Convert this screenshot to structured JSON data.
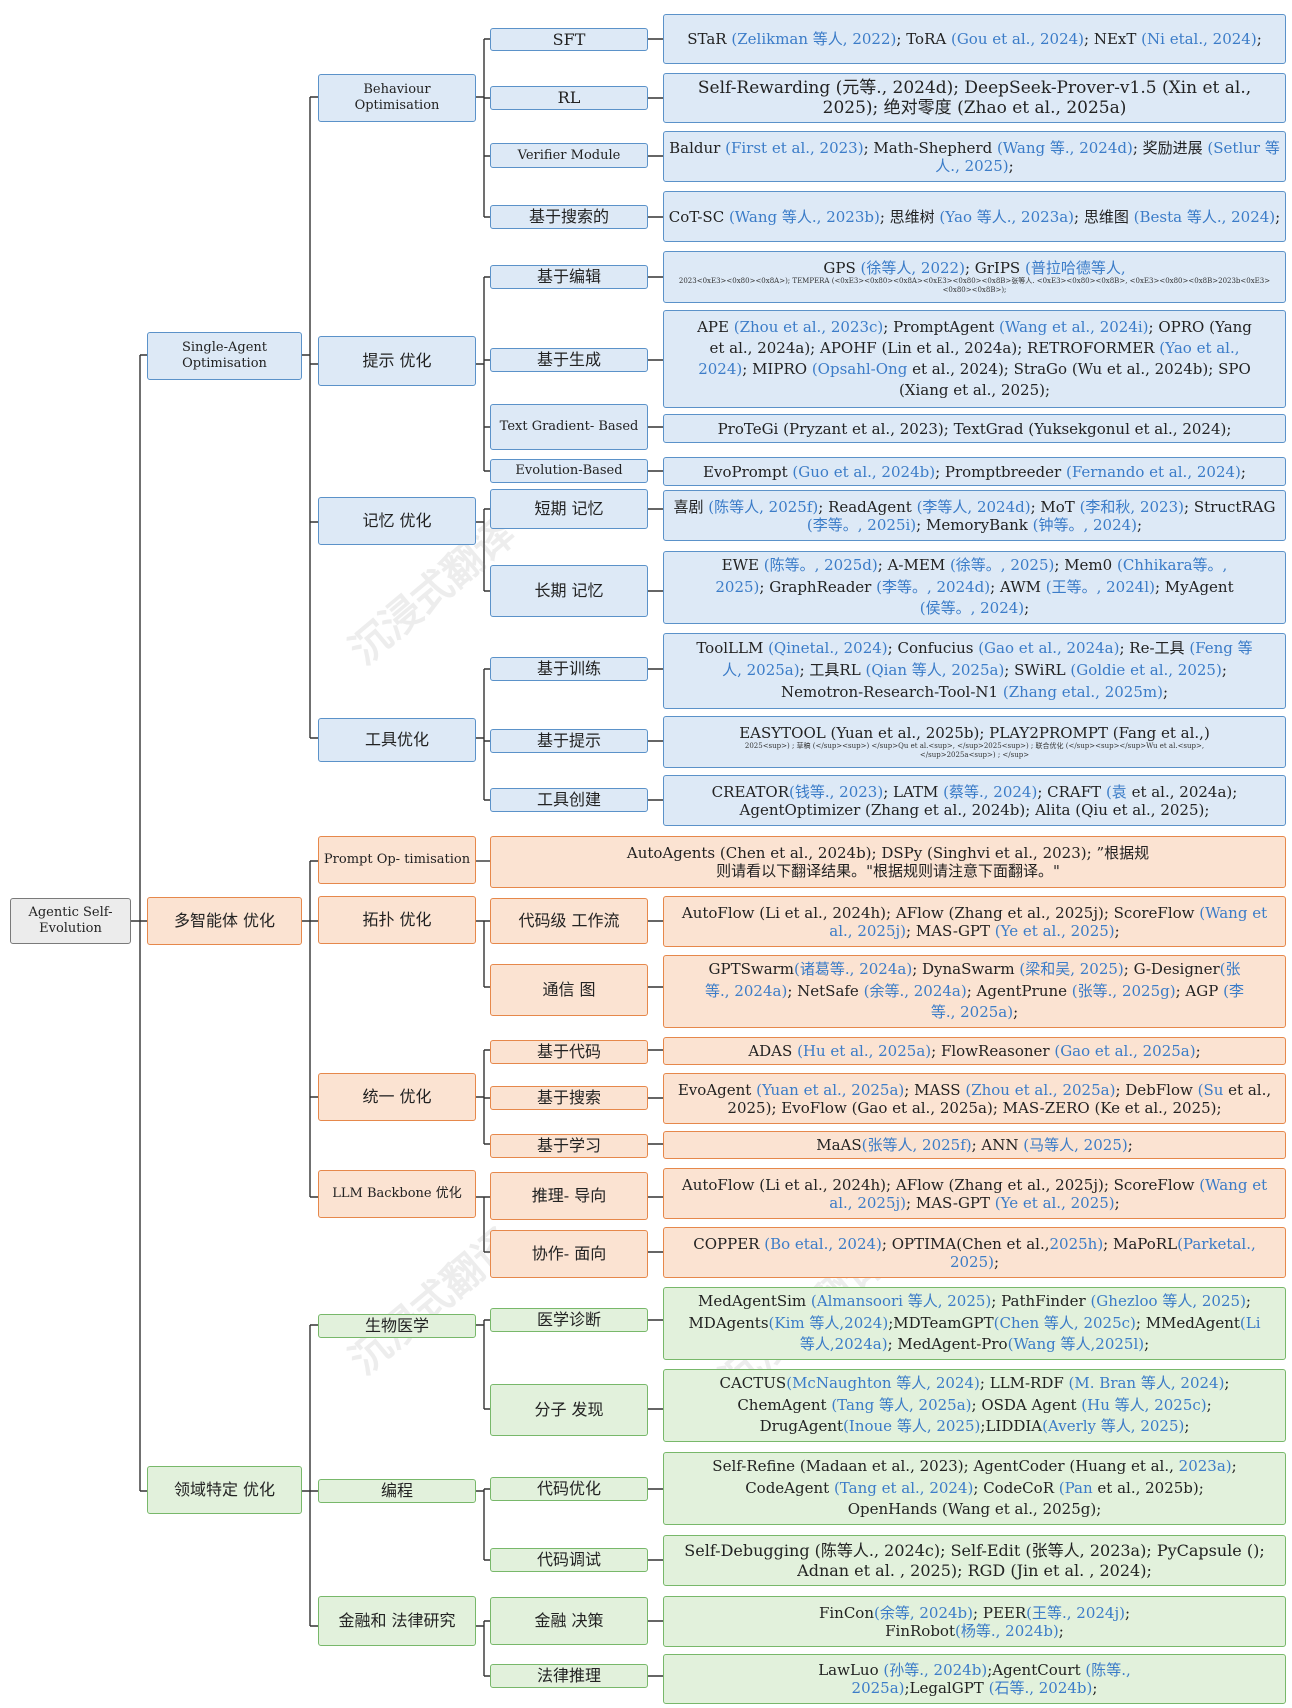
{
  "root": {
    "label": "Agentic Self-Evolution"
  },
  "watermark": "沉浸式翻译",
  "categories": {
    "single": "Single-Agent Optimisation",
    "multi": "多智能体 优化",
    "domain": "领域特定 优化"
  },
  "subcategories": {
    "behaviour": "Behaviour Optimisation",
    "prompt": "提示 优化",
    "memory": "记忆 优化",
    "tool": "工具优化",
    "ma_prompt": "Prompt Op- timisation",
    "topology": "拓扑 优化",
    "unified": "统一 优化",
    "llm_backbone": "LLM Backbone 优化",
    "biomed": "生物医学",
    "coding": "编程",
    "finlaw": "金融和 法律研究"
  },
  "leaves": {
    "sft": "SFT",
    "rl": "RL",
    "verifier": "Verifier Module",
    "search": "基于搜索的",
    "edit": "基于编辑",
    "gen": "基于生成",
    "textgrad": "Text Gradient- Based",
    "evo": "Evolution-Based",
    "short_mem": "短期 记忆",
    "long_mem": "长期 记忆",
    "train": "基于训练",
    "prompt_based": "基于提示",
    "tool_create": "工具创建",
    "code_wf": "代码级 工作流",
    "comm_graph": "通信 图",
    "code_based": "基于代码",
    "search_based": "基于搜索",
    "learn_based": "基于学习",
    "reason": "推理- 导向",
    "collab": "协作- 面向",
    "med_diag": "医学诊断",
    "mol_disc": "分子 发现",
    "code_opt": "代码优化",
    "code_debug": "代码调试",
    "fin_dec": "金融 决策",
    "legal": "法律推理"
  },
  "refs": {
    "sft": [
      [
        "STaR ",
        0
      ],
      [
        "(Zelikman 等人, 2022)",
        1
      ],
      [
        "; ToRA ",
        0
      ],
      [
        "(Gou et al., 2024)",
        1
      ],
      [
        "; NExT ",
        0
      ],
      [
        "(Ni etal., 2024)",
        1
      ],
      [
        ";",
        0
      ]
    ],
    "rl": [
      [
        "Self-Rewarding (元等., 2024d); DeepSeek-Prover-v1.5 (Xin et al., 2025); 绝对零度 (Zhao et al., 2025a)",
        0
      ]
    ],
    "verifier": [
      [
        "Baldur ",
        0
      ],
      [
        "(First et al., 2023)",
        1
      ],
      [
        "; Math-Shepherd ",
        0
      ],
      [
        "(Wang 等., 2024d)",
        1
      ],
      [
        "; 奖励进展 ",
        0
      ],
      [
        "(Setlur 等人., 2025)",
        1
      ],
      [
        ";",
        0
      ]
    ],
    "search": [
      [
        "CoT-SC ",
        0
      ],
      [
        "(Wang 等人., 2023b)",
        1
      ],
      [
        "; 思维树 ",
        0
      ],
      [
        "(Yao 等人., 2023a)",
        1
      ],
      [
        "; 思维图 ",
        0
      ],
      [
        "(Besta 等人., 2024)",
        1
      ],
      [
        ";",
        0
      ]
    ],
    "edit_main": [
      [
        "GPS ",
        0
      ],
      [
        "(徐等人, 2022)",
        1
      ],
      [
        "; GrIPS ",
        0
      ],
      [
        "(普拉哈德等人,",
        1
      ]
    ],
    "edit_small": "2023<0xE3><0x80><0x8A>); TEMPERA (<0xE3><0x80><0x8A><0xE3><0x80><0x8B>张等人. <0xE3><0x80><0x8B>, <0xE3><0x80><0x8B>2023b<0xE3><0x80><0x8B>);",
    "gen": [
      [
        "APE ",
        0
      ],
      [
        "(Zhou et al., 2023c)",
        1
      ],
      [
        "; PromptAgent ",
        0
      ],
      [
        "(Wang et al., 2024i)",
        1
      ],
      [
        "; OPRO (Yang et al., 2024a); APOHF (Lin et al., 2024a); RETROFORMER ",
        0
      ],
      [
        "(Yao et al., 2024)",
        1
      ],
      [
        "; MIPRO ",
        0
      ],
      [
        "(Opsahl-Ong",
        1
      ],
      [
        " et al., 2024); StraGo (Wu et al., 2024b); SPO (Xiang et al., 2025);",
        0
      ]
    ],
    "textgrad": [
      [
        "ProTeGi (Pryzant et al., 2023); TextGrad (Yuksekgonul et al., 2024);",
        0
      ]
    ],
    "evo": [
      [
        "EvoPrompt ",
        0
      ],
      [
        "(Guo et al., 2024b)",
        1
      ],
      [
        "; Promptbreeder ",
        0
      ],
      [
        "(Fernando et al., 2024)",
        1
      ],
      [
        ";",
        0
      ]
    ],
    "short_mem": [
      [
        "喜剧 ",
        0
      ],
      [
        "(陈等人, 2025f)",
        1
      ],
      [
        "; ReadAgent ",
        0
      ],
      [
        "(李等人, 2024d)",
        1
      ],
      [
        "; MoT ",
        0
      ],
      [
        "(李和秋, 2023)",
        1
      ],
      [
        "; StructRAG ",
        0
      ],
      [
        "(李等。, 2025i)",
        1
      ],
      [
        "; MemoryBank ",
        0
      ],
      [
        "(钟等。, 2024)",
        1
      ],
      [
        ";",
        0
      ]
    ],
    "long_mem": [
      [
        "EWE ",
        0
      ],
      [
        "(陈等。, 2025d)",
        1
      ],
      [
        "; A-MEM ",
        0
      ],
      [
        "(徐等。, 2025)",
        1
      ],
      [
        "; Mem0 ",
        0
      ],
      [
        "(Chhikara等。, 2025)",
        1
      ],
      [
        "; GraphReader ",
        0
      ],
      [
        "(李等。, 2024d)",
        1
      ],
      [
        "; AWM ",
        0
      ],
      [
        "(王等。, 2024l)",
        1
      ],
      [
        "; MyAgent ",
        0
      ],
      [
        "(侯等。, 2024)",
        1
      ],
      [
        ";",
        0
      ]
    ],
    "train": [
      [
        "ToolLLM ",
        0
      ],
      [
        "(Qinetal., 2024)",
        1
      ],
      [
        "; Confucius ",
        0
      ],
      [
        "(Gao et al., 2024a)",
        1
      ],
      [
        "; Re-工具 ",
        0
      ],
      [
        "(Feng 等人, 2025a)",
        1
      ],
      [
        "; 工具RL ",
        0
      ],
      [
        "(Qian 等人, 2025a)",
        1
      ],
      [
        "; SWiRL ",
        0
      ],
      [
        "(Goldie et al., 2025)",
        1
      ],
      [
        "; Nemotron-Research-Tool-N1 ",
        0
      ],
      [
        "(Zhang etal., 2025m)",
        1
      ],
      [
        ";",
        0
      ]
    ],
    "prompt_based_main": [
      [
        "EASYTOOL (Yuan et al., 2025b); PLAY2PROMPT (Fang et al.,)",
        0
      ]
    ],
    "prompt_based_small": "2025<sup>) ; 草稿 (</sup><sup>) </sup>Qu et al.<sup>, </sup>2025<sup>) ; 联合优化 (</sup><sup></sup>Wu et al.<sup>, </sup>2025a<sup>) ; </sup>",
    "tool_create": [
      [
        "CREATOR",
        0
      ],
      [
        "(钱等., 2023)",
        1
      ],
      [
        "; LATM ",
        0
      ],
      [
        "(蔡等., 2024)",
        1
      ],
      [
        "; CRAFT ",
        0
      ],
      [
        "(袁",
        1
      ],
      [
        " et al., 2024a); AgentOptimizer (Zhang et al., 2024b); Alita (Qiu et al., 2025);",
        0
      ]
    ],
    "ma_prompt": [
      [
        "AutoAgents (Chen et al., 2024b); DSPy (Singhvi et al., 2023); ”根据规则请看以下翻译结果。\"根据规则请注意下面翻译。\"",
        0
      ]
    ],
    "code_wf": [
      [
        "AutoFlow (Li et al., 2024h); AFlow (Zhang et al., 2025j); ScoreFlow ",
        0
      ],
      [
        "(Wang et al., 2025j)",
        1
      ],
      [
        "; MAS-GPT ",
        0
      ],
      [
        "(Ye et al., 2025)",
        1
      ],
      [
        ";",
        0
      ]
    ],
    "comm_graph": [
      [
        "GPTSwarm",
        0
      ],
      [
        "(诸葛等., 2024a)",
        1
      ],
      [
        "; DynaSwarm ",
        0
      ],
      [
        "(梁和吴, 2025)",
        1
      ],
      [
        "; G-Designer",
        0
      ],
      [
        "(张等., 2024a)",
        1
      ],
      [
        "; NetSafe ",
        0
      ],
      [
        "(余等., 2024a)",
        1
      ],
      [
        "; AgentPrune ",
        0
      ],
      [
        "(张等., 2025g)",
        1
      ],
      [
        "; AGP ",
        0
      ],
      [
        "(李等., 2025a)",
        1
      ],
      [
        ";",
        0
      ]
    ],
    "code_based": [
      [
        "ADAS ",
        0
      ],
      [
        "(Hu et al., 2025a)",
        1
      ],
      [
        "; FlowReasoner ",
        0
      ],
      [
        "(Gao et al., 2025a)",
        1
      ],
      [
        ";",
        0
      ]
    ],
    "search_based": [
      [
        "EvoAgent ",
        0
      ],
      [
        "(Yuan et al., 2025a)",
        1
      ],
      [
        "; MASS ",
        0
      ],
      [
        "(Zhou et al., 2025a)",
        1
      ],
      [
        "; DebFlow ",
        0
      ],
      [
        "(Su",
        1
      ],
      [
        " et al., 2025); EvoFlow (Gao et al., 2025a); MAS-ZERO (Ke et al., 2025);",
        0
      ]
    ],
    "learn_based": [
      [
        "MaAS",
        0
      ],
      [
        "(张等人, 2025f)",
        1
      ],
      [
        "; ANN ",
        0
      ],
      [
        "(马等人, 2025)",
        1
      ],
      [
        ";",
        0
      ]
    ],
    "reason": [
      [
        "AutoFlow (Li et al., 2024h); AFlow (Zhang et al., 2025j); ScoreFlow ",
        0
      ],
      [
        "(Wang et al., 2025j)",
        1
      ],
      [
        "; MAS-GPT ",
        0
      ],
      [
        "(Ye et al., 2025)",
        1
      ],
      [
        ";",
        0
      ]
    ],
    "collab": [
      [
        "COPPER ",
        0
      ],
      [
        "(Bo etal., 2024)",
        1
      ],
      [
        "; OPTIMA(Chen et al.,",
        0
      ],
      [
        "2025h)",
        1
      ],
      [
        "; MaPoRL",
        0
      ],
      [
        "(Parketal., 2025)",
        1
      ],
      [
        ";",
        0
      ]
    ],
    "med_diag": [
      [
        "MedAgentSim ",
        0
      ],
      [
        "(Almansoori 等人, 2025)",
        1
      ],
      [
        "; PathFinder ",
        0
      ],
      [
        "(Ghezloo 等人, 2025)",
        1
      ],
      [
        "; MDAgents",
        0
      ],
      [
        "(Kim 等人,2024)",
        1
      ],
      [
        ";MDTeamGPT",
        0
      ],
      [
        "(Chen 等人, 2025c)",
        1
      ],
      [
        "; MMedAgent",
        0
      ],
      [
        "(Li 等人,2024a)",
        1
      ],
      [
        "; MedAgent-Pro",
        0
      ],
      [
        "(Wang 等人,2025l)",
        1
      ],
      [
        ";",
        0
      ]
    ],
    "mol_disc": [
      [
        "CACTUS",
        0
      ],
      [
        "(McNaughton 等人, 2024)",
        1
      ],
      [
        "; LLM-RDF ",
        0
      ],
      [
        "(M. Bran 等人, 2024)",
        1
      ],
      [
        "; ChemAgent ",
        0
      ],
      [
        "(Tang 等人, 2025a)",
        1
      ],
      [
        "; OSDA Agent ",
        0
      ],
      [
        "(Hu 等人, 2025c)",
        1
      ],
      [
        "; DrugAgent",
        0
      ],
      [
        "(Inoue 等人, 2025)",
        1
      ],
      [
        ";LIDDIA",
        0
      ],
      [
        "(Averly 等人, 2025)",
        1
      ],
      [
        ";",
        0
      ]
    ],
    "code_opt": [
      [
        "Self-Refine (Madaan et al., 2023); AgentCoder (Huang et al., ",
        0
      ],
      [
        "2023a)",
        1
      ],
      [
        "; CodeAgent ",
        0
      ],
      [
        "(Tang et al., 2024)",
        1
      ],
      [
        "; CodeCoR ",
        0
      ],
      [
        "(Pan",
        1
      ],
      [
        " et al., 2025b); OpenHands (Wang et al., 2025g);",
        0
      ]
    ],
    "code_debug": [
      [
        "Self-Debugging (陈等人., 2024c); Self-Edit (张等人, 2023a); PyCapsule (); Adnan et al. , 2025); RGD (Jin et al. , 2024);",
        0
      ]
    ],
    "fin_dec": [
      [
        "FinCon",
        0
      ],
      [
        "(余等, 2024b)",
        1
      ],
      [
        "; PEER",
        0
      ],
      [
        "(王等., 2024j)",
        1
      ],
      [
        "; FinRobot",
        0
      ],
      [
        "(杨等., 2024b)",
        1
      ],
      [
        ";",
        0
      ]
    ],
    "legal": [
      [
        "LawLuo ",
        0
      ],
      [
        "(孙等., 2024b)",
        1
      ],
      [
        ";AgentCourt ",
        0
      ],
      [
        "(陈等., 2025a)",
        1
      ],
      [
        ";LegalGPT ",
        0
      ],
      [
        "(石等., 2024b)",
        1
      ],
      [
        ";",
        0
      ]
    ]
  }
}
